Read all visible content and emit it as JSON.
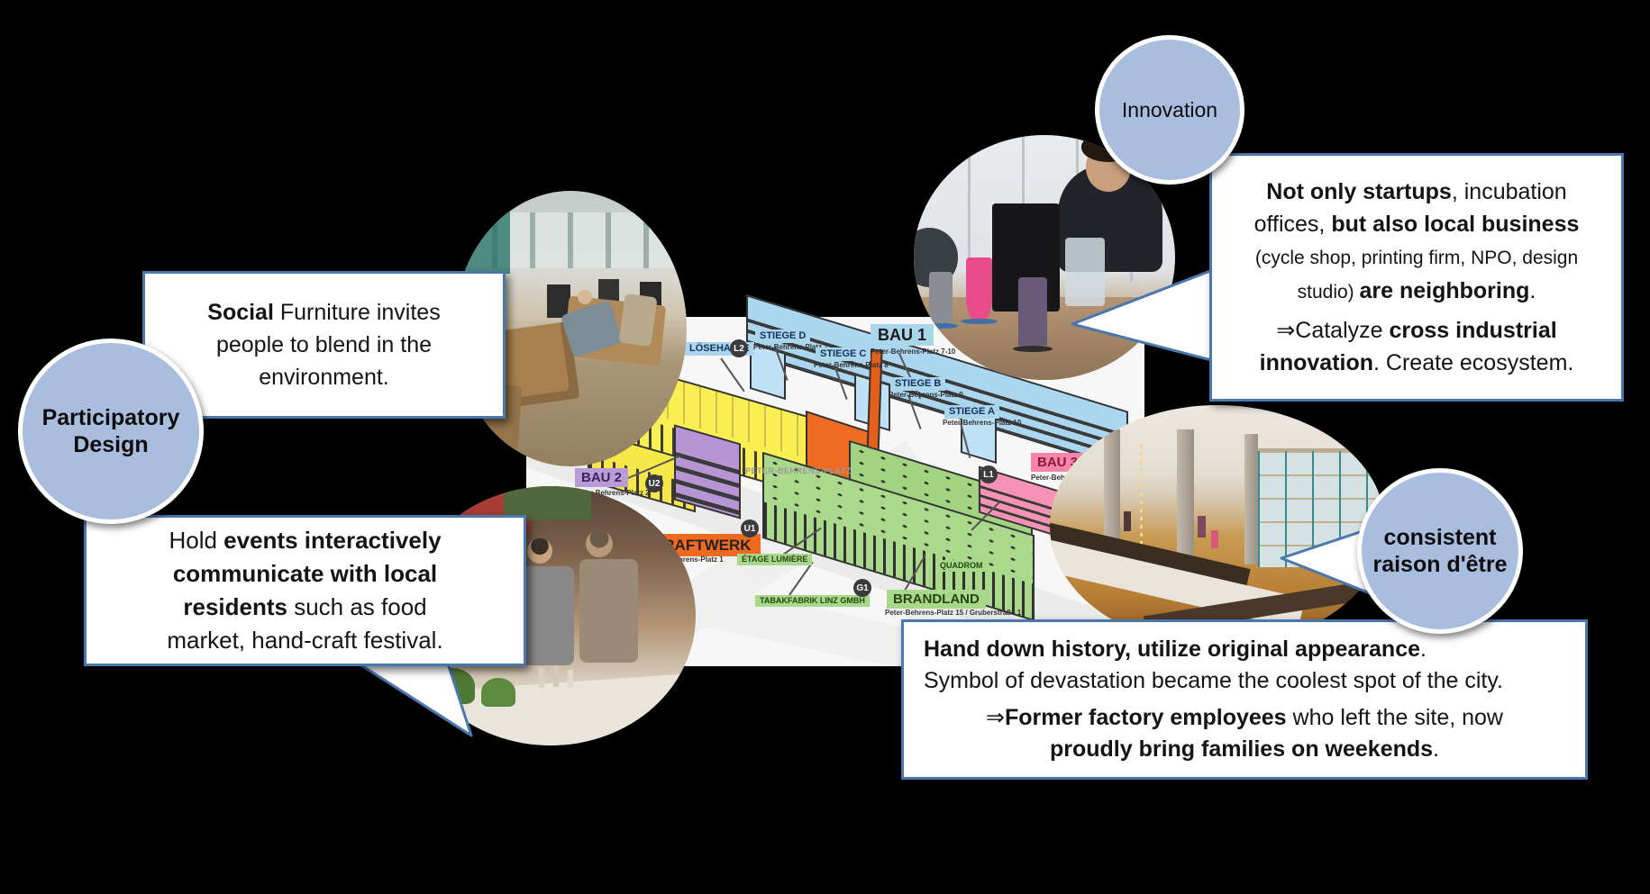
{
  "theme": {
    "background": "#000000",
    "circle_fill": "#a9bddf",
    "box_border": "#4a77ad",
    "map_colors": {
      "bau1_blue": "#aad6f0",
      "bau2_purple": "#b794d3",
      "bau3_pink": "#f592b6",
      "kraftwerk_orange": "#ef6a22",
      "brandland_green": "#abd98c",
      "yellow": "#f9ee52"
    }
  },
  "bubbles": {
    "participatory": {
      "line1": "Participatory",
      "line2": "Design"
    },
    "innovation": {
      "label": "Innovation"
    },
    "raison": {
      "line1": "consistent",
      "line2": "raison d'être"
    }
  },
  "callouts": {
    "social": {
      "segments": [
        {
          "t": "Social",
          "b": 1
        },
        {
          "t": " Furniture invites"
        },
        {
          "br": 1
        },
        {
          "t": "people to blend in the"
        },
        {
          "br": 1
        },
        {
          "t": "environment."
        }
      ]
    },
    "events": {
      "segments": [
        {
          "t": "Hold "
        },
        {
          "t": "events interactively",
          "b": 1
        },
        {
          "br": 1
        },
        {
          "t": "communicate with local",
          "b": 1
        },
        {
          "br": 1
        },
        {
          "t": "residents",
          "b": 1
        },
        {
          "t": " such as food"
        },
        {
          "br": 1
        },
        {
          "t": "market, hand-craft festival."
        }
      ]
    },
    "startups": {
      "p1": [
        {
          "t": "Not only startups",
          "b": 1
        },
        {
          "t": ", incubation"
        },
        {
          "br": 1
        },
        {
          "t": "offices, "
        },
        {
          "t": "but also local business",
          "b": 1
        },
        {
          "br": 1
        },
        {
          "t": "(cycle shop, printing firm, NPO, design",
          "s": 1
        },
        {
          "br": 1
        },
        {
          "t": "studio) ",
          "s": 1
        },
        {
          "t": "are neighboring",
          "b": 1
        },
        {
          "t": "."
        }
      ],
      "p2": [
        {
          "t": "⇒Catalyze "
        },
        {
          "t": "cross industrial",
          "b": 1
        },
        {
          "br": 1
        },
        {
          "t": "innovation",
          "b": 1
        },
        {
          "t": ".  Create ecosystem."
        }
      ]
    },
    "history": {
      "p1": [
        {
          "t": "Hand down history, utilize original appearance",
          "b": 1
        },
        {
          "t": "."
        }
      ],
      "p2": [
        {
          "t": "Symbol of devastation became the coolest spot of the city."
        }
      ],
      "p3": [
        {
          "t": "⇒"
        },
        {
          "t": "Former factory employees",
          "b": 1
        },
        {
          "t": " who left the site, now"
        }
      ],
      "p4": [
        {
          "t": "proudly bring families on weekends",
          "b": 1
        },
        {
          "t": "."
        }
      ]
    }
  },
  "map": {
    "labels": {
      "losehalle": {
        "text": "LÖSEHALLE"
      },
      "stiege_d": {
        "text": "STIEGE D",
        "sub": "Peter-Behrens-Platz 7"
      },
      "stiege_c": {
        "text": "STIEGE C",
        "sub": "Peter-Behrens-Platz 8"
      },
      "stiege_b": {
        "text": "STIEGE B",
        "sub": "Peter-Behrens-Platz 9"
      },
      "stiege_a": {
        "text": "STIEGE A",
        "sub": "Peter-Behrens-Platz 10"
      },
      "bau1": {
        "text": "BAU 1",
        "sub": "Peter-Behrens-Platz 7-10"
      },
      "bau2": {
        "text": "BAU 2",
        "sub": "Peter-Behrens-Platz 2"
      },
      "bau3": {
        "text": "BAU 3",
        "sub": "Peter-Behren"
      },
      "kraftwerk": {
        "text": "KRAFTWERK",
        "sub": "Peter-Behrens-Platz 1"
      },
      "etage_lumiere": {
        "text": "ÉTAGE LUMIÈRE"
      },
      "tabakfabrik": {
        "text": "TABAKFABRIK LINZ GMBH"
      },
      "brandland": {
        "text": "BRANDLAND",
        "sub": "Peter-Behrens-Platz 15 / Gruberstraße 1"
      },
      "quadrom": {
        "text": "QUADROM"
      },
      "plaza": {
        "text": "PETER-BEHRENS-PLATZ"
      }
    },
    "nodes": {
      "l2": "L2",
      "u2": "U2",
      "u1": "U1",
      "g1": "G1",
      "l1": "L1"
    }
  }
}
